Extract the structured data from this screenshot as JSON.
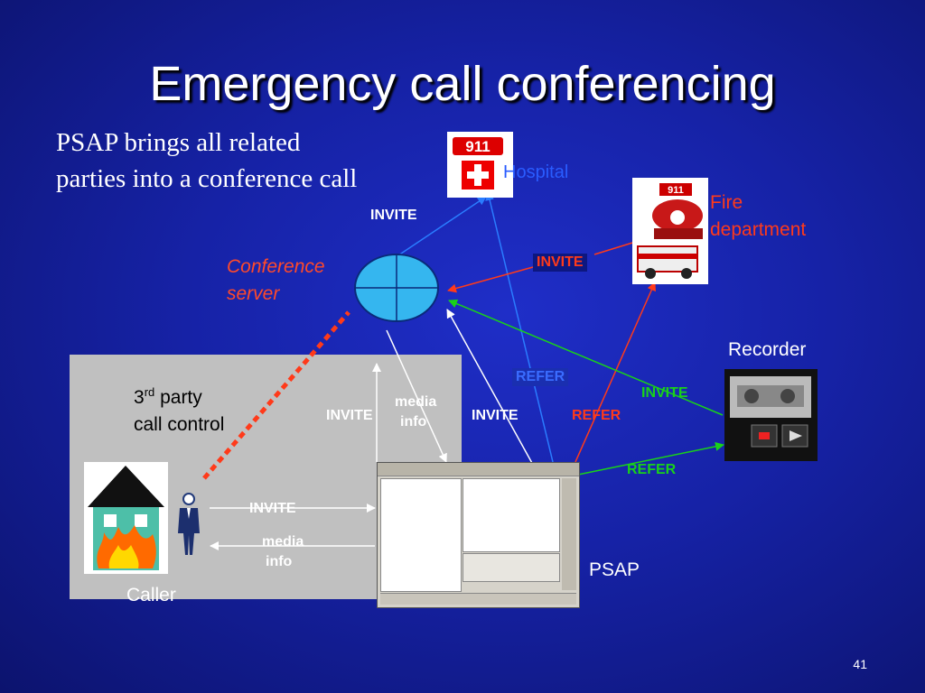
{
  "title": "Emergency call conferencing",
  "subtitle_line1": "PSAP brings all related",
  "subtitle_line2": "parties into a conference call",
  "nodes": {
    "hospital": "Hospital",
    "fire_line1": "Fire",
    "fire_line2": "department",
    "recorder": "Recorder",
    "conference_line1": "Conference",
    "conference_line2": "server",
    "third_party_line1": "3",
    "third_party_sup": "rd",
    "third_party_line1_rest": " party",
    "third_party_line2": "call control",
    "caller": "Caller",
    "psap": "PSAP"
  },
  "messages": {
    "invite_hospital": "INVITE",
    "invite_fire": "INVITE",
    "refer_hospital": "REFER",
    "invite_recorder": "INVITE",
    "invite_psap_left": "INVITE",
    "media_info_psap_1": "media",
    "media_info_psap_2": "info",
    "invite_psap_right": "INVITE",
    "refer_fire": "REFER",
    "refer_recorder": "REFER",
    "invite_caller": "INVITE",
    "media_info_caller_1": "media",
    "media_info_caller_2": "info"
  },
  "icons": {
    "hospital_badge": "911",
    "fire_badge": "911"
  },
  "page_number": "41",
  "colors": {
    "background": "#1622a6",
    "invite_blue": "#2a7cff",
    "invite_red": "#ff3a1a",
    "refer_green": "#19d219",
    "sip_dashed": "#ff3a1a",
    "conference_fill": "#35b6ef"
  }
}
